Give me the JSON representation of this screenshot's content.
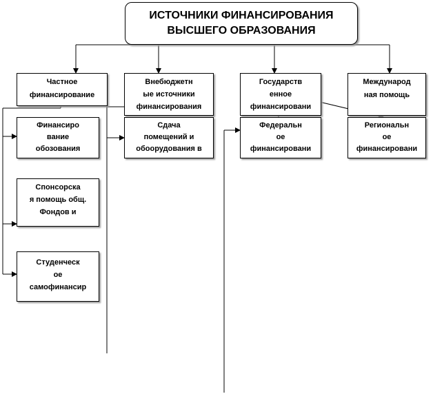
{
  "title": {
    "line1": "ИСТОЧНИКИ ФИНАНСИРОВАНИЯ",
    "line2": "ВЫСШЕГО ОБРАЗОВАНИЯ"
  },
  "categories": [
    {
      "id": "private",
      "lines": [
        "Частное",
        "финансирование"
      ]
    },
    {
      "id": "extrabudget",
      "lines": [
        "Внебюджетн",
        "ые источники",
        "финансирования"
      ]
    },
    {
      "id": "state",
      "lines": [
        "Государств",
        "енное",
        "финансировани"
      ]
    },
    {
      "id": "international",
      "lines": [
        "Международ",
        "ная помощь"
      ]
    }
  ],
  "subitems": [
    {
      "id": "education-financing",
      "lines": [
        "Финансиро",
        "вание",
        "обозования"
      ]
    },
    {
      "id": "sponsorship",
      "lines": [
        "Спонсорска",
        "я помощь общ.",
        "Фондов и"
      ]
    },
    {
      "id": "student-self",
      "lines": [
        "Студенческ",
        "ое",
        "самофинансир"
      ]
    },
    {
      "id": "premises-rental",
      "lines": [
        "Сдача",
        "помещений и",
        "обоорудования в"
      ]
    },
    {
      "id": "federal",
      "lines": [
        "Федеральн",
        "ое",
        "финансировани"
      ]
    },
    {
      "id": "regional",
      "lines": [
        "Региональн",
        "ое",
        "финансировани"
      ]
    }
  ]
}
